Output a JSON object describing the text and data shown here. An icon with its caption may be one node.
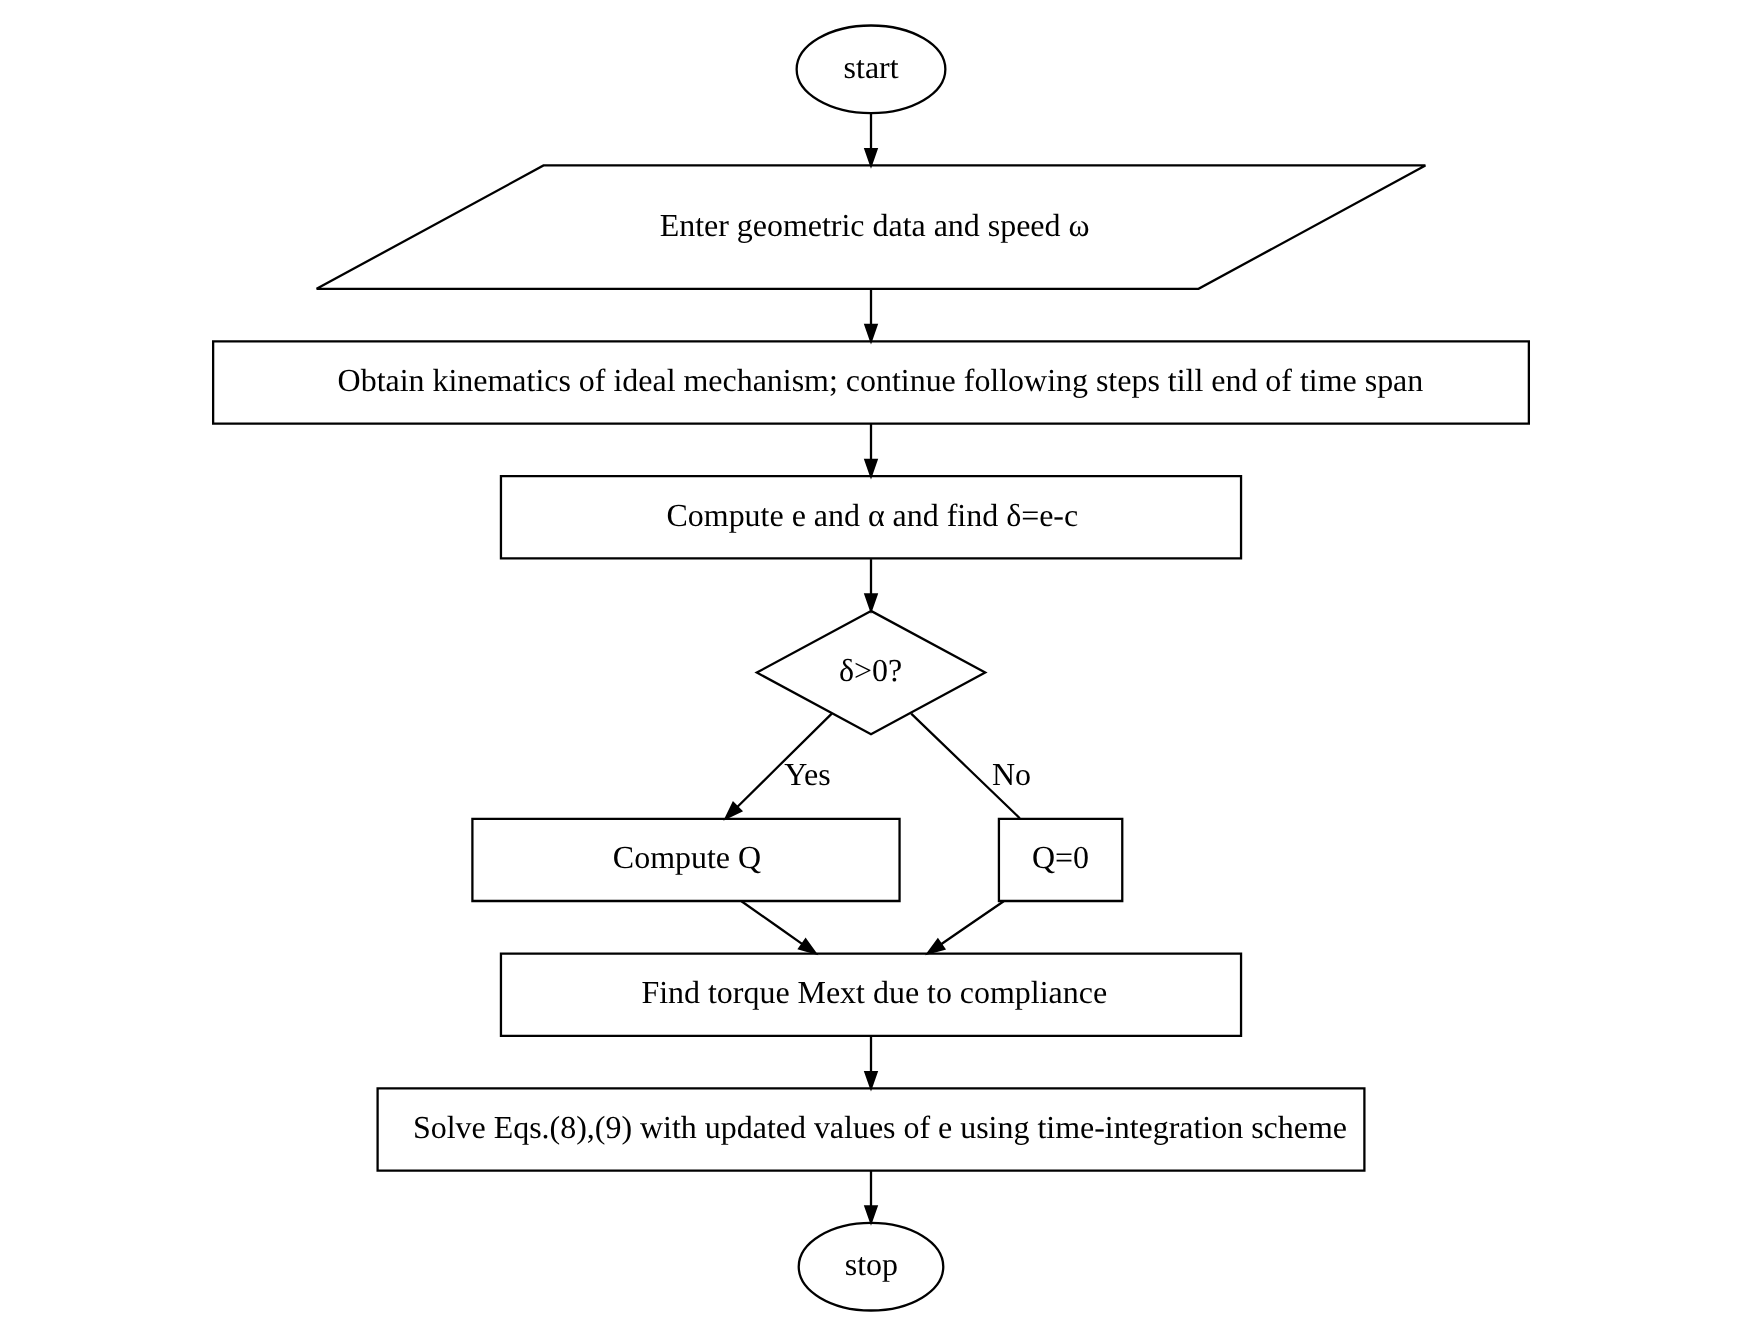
{
  "diagram": {
    "nodes": [
      {
        "text": [
          "start"
        ]
      },
      {
        "text": [
          "Enter geometric data and speed ω"
        ]
      },
      {
        "text": [
          "Obtain kinematics of ideal mechanism; continue following steps till end of time span"
        ]
      },
      {
        "text": [
          "Compute e and α and find δ=e-c"
        ]
      },
      {
        "text": [
          "δ>0?"
        ]
      },
      {
        "text": [
          "Compute Q"
        ]
      },
      {
        "text": [
          "Q=0"
        ]
      },
      {
        "text": [
          "Find torque Mext due to compliance"
        ]
      },
      {
        "text": [
          "Solve Eqs.(8),(9) with updated values of e using time-integration scheme"
        ]
      },
      {
        "text": [
          "stop"
        ]
      }
    ],
    "edges": [
      {
        "from": 0,
        "to": 1,
        "arrow": "to"
      },
      {
        "from": 1,
        "to": 2,
        "arrow": "to"
      },
      {
        "from": 2,
        "to": 3,
        "arrow": "to"
      },
      {
        "from": 3,
        "to": 4,
        "arrow": "to"
      },
      {
        "from": 4,
        "to": 5,
        "arrow": "to",
        "label": "Yes"
      },
      {
        "from": 4,
        "to": 6,
        "arrow": "none",
        "label": "No"
      },
      {
        "from": 5,
        "to": 7,
        "arrow": "to"
      },
      {
        "from": 6,
        "to": 7,
        "arrow": "to"
      },
      {
        "from": 7,
        "to": 8,
        "arrow": "to"
      },
      {
        "from": 8,
        "to": 9,
        "arrow": "to"
      }
    ]
  }
}
